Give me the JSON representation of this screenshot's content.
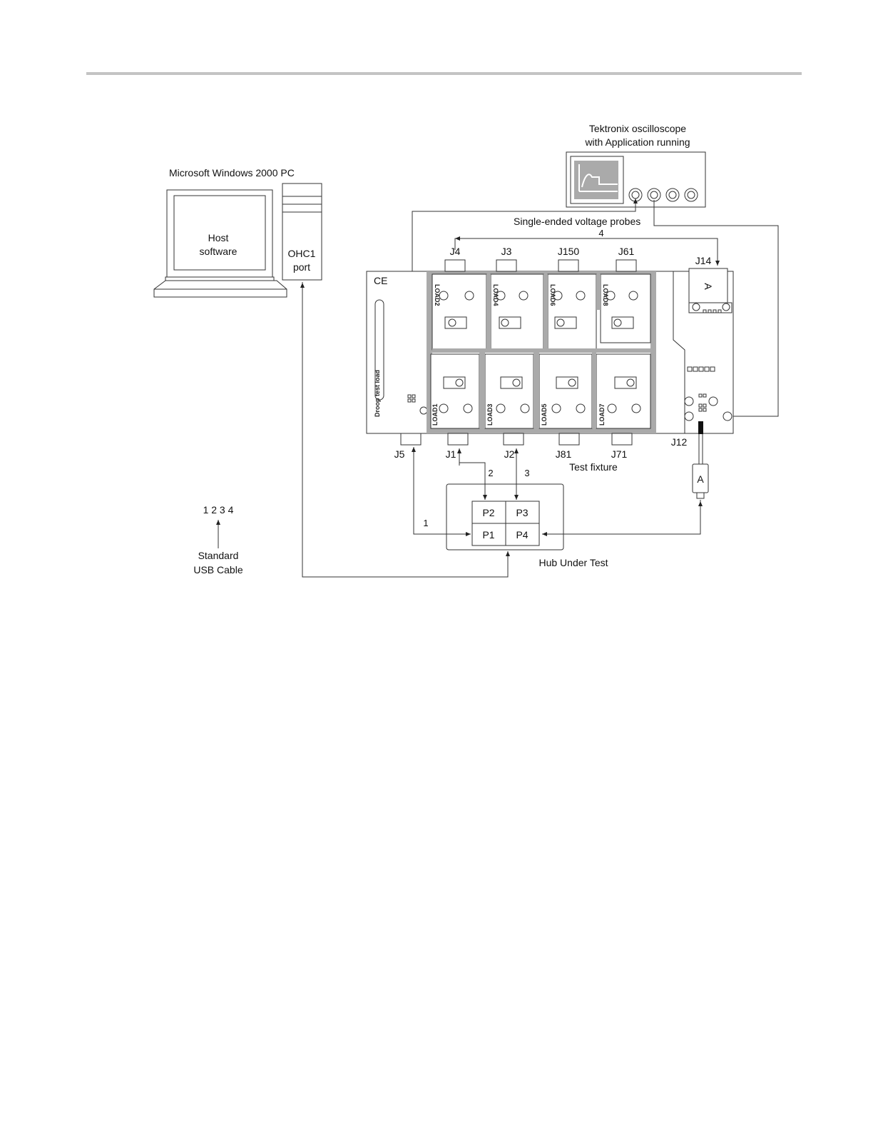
{
  "diagram": {
    "pc_label": "Microsoft Windows 2000 PC",
    "host_line1": "Host",
    "host_line2": "software",
    "port_line1": "OHC1",
    "port_line2": "port",
    "scope_line1": "Tektronix oscilloscope",
    "scope_line2": "with Application running",
    "probes_label": "Single-ended voltage probes",
    "probe_num": "4",
    "top_connectors": [
      "J4",
      "J3",
      "J150",
      "J61"
    ],
    "j14": "J14",
    "j12": "J12",
    "bottom_connectors": [
      "J5",
      "J1",
      "J2",
      "J81",
      "J71"
    ],
    "fixture_label": "Test fixture",
    "ce_mark": "CE",
    "droop_label": "Droop test load",
    "loads_top": [
      "LOAD2",
      "LOAD4",
      "LOAD6",
      "LOAD8"
    ],
    "loads_bottom": [
      "LOAD1",
      "LOAD3",
      "LOAD5",
      "LOAD7"
    ],
    "usb_a_top": "A",
    "usb_a_plug": "A",
    "ports": [
      "P2",
      "P3",
      "P1",
      "P4"
    ],
    "hub_label": "Hub Under Test",
    "cable_nums": [
      "1",
      "2",
      "3"
    ],
    "legend_nums": "1 2 3 4",
    "legend_line1": "Standard",
    "legend_line2": "USB Cable"
  }
}
